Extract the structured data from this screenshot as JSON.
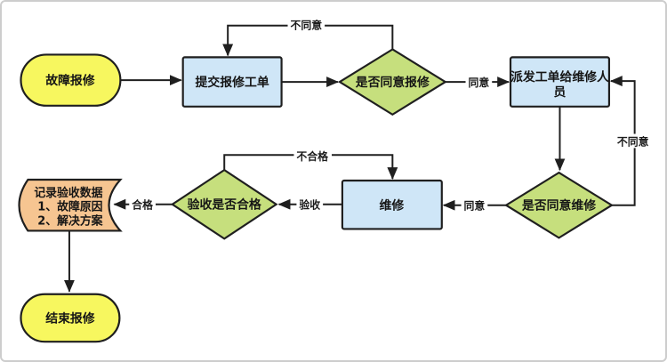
{
  "canvas": {
    "background": "#ffffff",
    "border_color": "#cdcdcd"
  },
  "colors": {
    "terminal": "#f7f75f",
    "process": "#cfe6f7",
    "decision": "#c6df7d",
    "stored_data": "#f6c591",
    "line": "#1f1f1f"
  },
  "nodes": {
    "start": {
      "type": "terminal",
      "label": "故障报修"
    },
    "submit_order": {
      "type": "process",
      "label": "提交报修工单"
    },
    "approve_report": {
      "type": "decision",
      "label": "是否同意报修"
    },
    "dispatch_order": {
      "type": "process",
      "line1": "派发工单给维修人",
      "line2": "员"
    },
    "approve_repair": {
      "type": "decision",
      "label": "是否同意维修"
    },
    "repair": {
      "type": "process",
      "label": "维修"
    },
    "acceptance_check": {
      "type": "decision",
      "label": "验收是否合格"
    },
    "record_data": {
      "type": "stored-data",
      "line1": "记录验收数据",
      "line2": "1、故障原因",
      "line3": "2、解决方案"
    },
    "end": {
      "type": "terminal",
      "label": "结束报修"
    }
  },
  "edge_labels": {
    "report_disagree": "不同意",
    "report_agree": "同意",
    "repair_disagree": "不同意",
    "repair_agree": "同意",
    "acceptance": "验收",
    "fail": "不合格",
    "pass": "合格"
  }
}
